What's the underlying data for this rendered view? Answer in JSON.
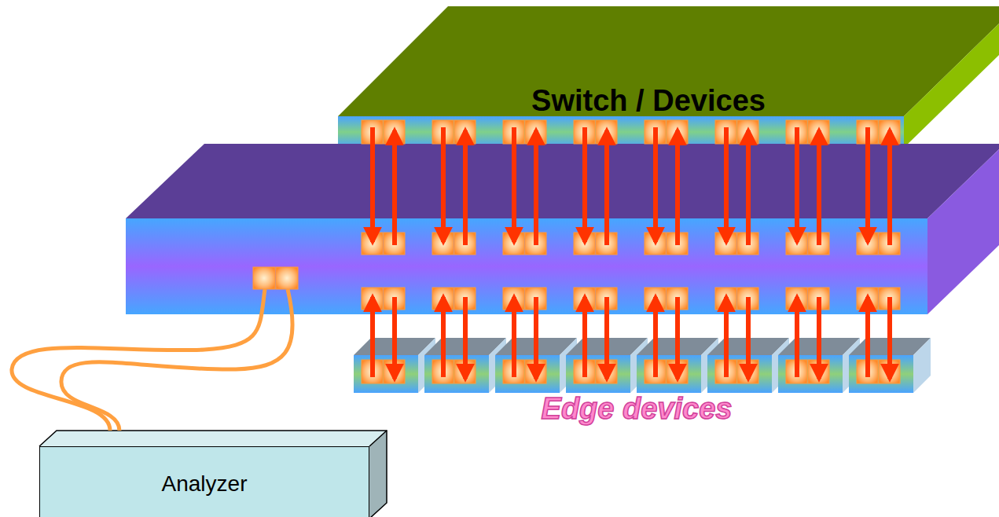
{
  "diagram": {
    "nodes": [
      {
        "text": [
          "Switch / Devices"
        ]
      },
      {
        "text": [
          "Analyzer"
        ]
      }
    ],
    "labels": [
      "Edge devices"
    ]
  }
}
